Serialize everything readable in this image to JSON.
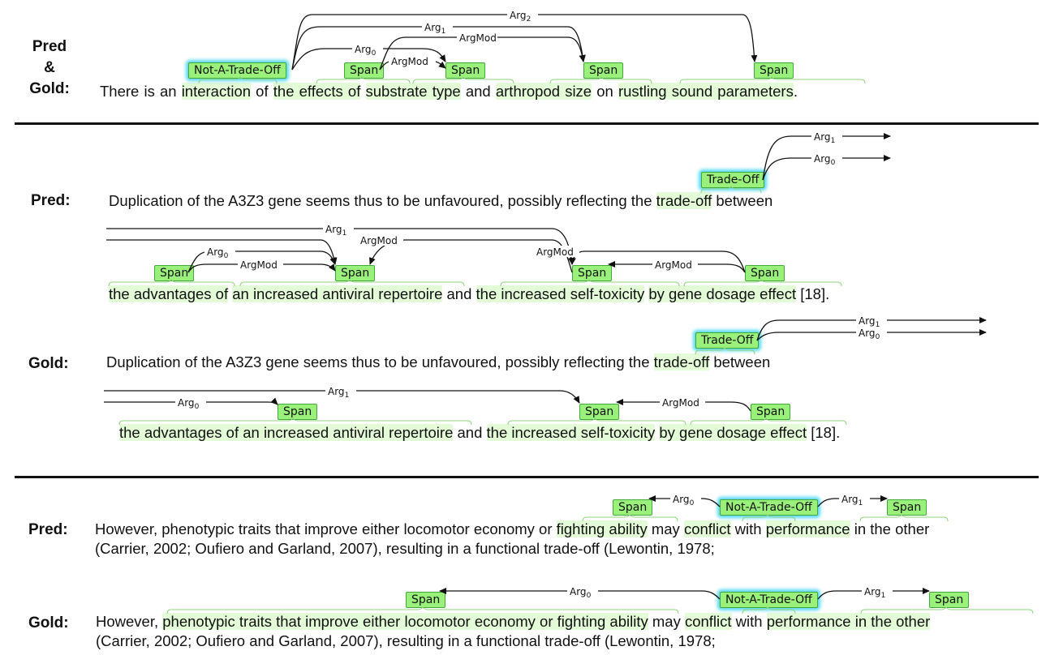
{
  "labels": {
    "pred_gold": [
      "Pred",
      "&",
      "Gold:"
    ],
    "pred": "Pred:",
    "gold": "Gold:"
  },
  "ex1": {
    "sentence": [
      {
        "t": "There is an "
      },
      {
        "t": "interaction",
        "h": true
      },
      {
        "t": " of "
      },
      {
        "t": "the effects of",
        "h": true
      },
      {
        "t": " "
      },
      {
        "t": "substrate type",
        "h": true
      },
      {
        "t": " and "
      },
      {
        "t": "arthropod size",
        "h": true
      },
      {
        "t": " on "
      },
      {
        "t": "rustling sound parameters",
        "h": true
      },
      {
        "t": "."
      }
    ],
    "tags": [
      "Not-A-Trade-Off",
      "Span",
      "Span",
      "Span",
      "Span"
    ],
    "arc_labels": [
      "Arg2",
      "Arg1",
      "ArgMod",
      "Arg0",
      "ArgMod"
    ]
  },
  "ex2_pred": {
    "line1": [
      {
        "t": "Duplication of the A3Z3 gene seems thus to be unfavoured, possibly reflecting the "
      },
      {
        "t": "trade-off",
        "h": true
      },
      {
        "t": " between"
      }
    ],
    "line2": [
      {
        "t": "the advantages of",
        "h": true
      },
      {
        "t": " "
      },
      {
        "t": "an increased antiviral repertoire",
        "h": true
      },
      {
        "t": " and "
      },
      {
        "t": "the increased self-toxicity",
        "h": true
      },
      {
        "t": " "
      },
      {
        "t": "by gene dosage effect",
        "h": true
      },
      {
        "t": " [18]."
      }
    ],
    "trigger": "Trade-Off",
    "spans": [
      "Span",
      "Span",
      "Span",
      "Span"
    ]
  },
  "ex2_gold": {
    "line1": [
      {
        "t": "Duplication of the A3Z3 gene seems thus to be unfavoured, possibly reflecting the "
      },
      {
        "t": "trade-off",
        "h": true
      },
      {
        "t": " between"
      }
    ],
    "line2": [
      {
        "t": "the advantages of an increased antiviral repertoire",
        "h": true
      },
      {
        "t": " and "
      },
      {
        "t": "the increased self-toxicity",
        "h": true
      },
      {
        "t": " "
      },
      {
        "t": "by gene dosage effect",
        "h": true
      },
      {
        "t": " [18]."
      }
    ],
    "trigger": "Trade-Off",
    "spans": [
      "Span",
      "Span",
      "Span"
    ]
  },
  "ex3_pred": {
    "line1": [
      {
        "t": "However, phenotypic traits that improve either locomotor economy or "
      },
      {
        "t": "fighting ability",
        "h": true
      },
      {
        "t": " may "
      },
      {
        "t": "conflict",
        "h": true
      },
      {
        "t": " with "
      },
      {
        "t": "performance",
        "h": true
      },
      {
        "t": " in the other"
      }
    ],
    "line2": "(Carrier, 2002; Oufiero and Garland, 2007), resulting in a functional trade-off (Lewontin, 1978;",
    "trigger": "Not-A-Trade-Off",
    "spans": [
      "Span",
      "Span"
    ]
  },
  "ex3_gold": {
    "line1": [
      {
        "t": "However, "
      },
      {
        "t": "phenotypic traits that improve either locomotor economy or fighting ability",
        "h": true
      },
      {
        "t": " may "
      },
      {
        "t": "conflict",
        "h": true
      },
      {
        "t": " with "
      },
      {
        "t": "performance in the other",
        "h": true
      }
    ],
    "line2": "(Carrier, 2002; Oufiero and Garland, 2007), resulting in a functional trade-off (Lewontin, 1978;",
    "trigger": "Not-A-Trade-Off",
    "spans": [
      "Span",
      "Span"
    ]
  },
  "arc_labels": {
    "arg0": "Arg0",
    "arg1": "Arg1",
    "arg2": "Arg2",
    "argmod": "ArgMod"
  },
  "colors": {
    "span_fill": "#99f07a",
    "span_border": "#43a83a",
    "trigger_glow": "#54d8f2",
    "highlight": "#e3fbd6",
    "bracket": "#8fd47a"
  }
}
